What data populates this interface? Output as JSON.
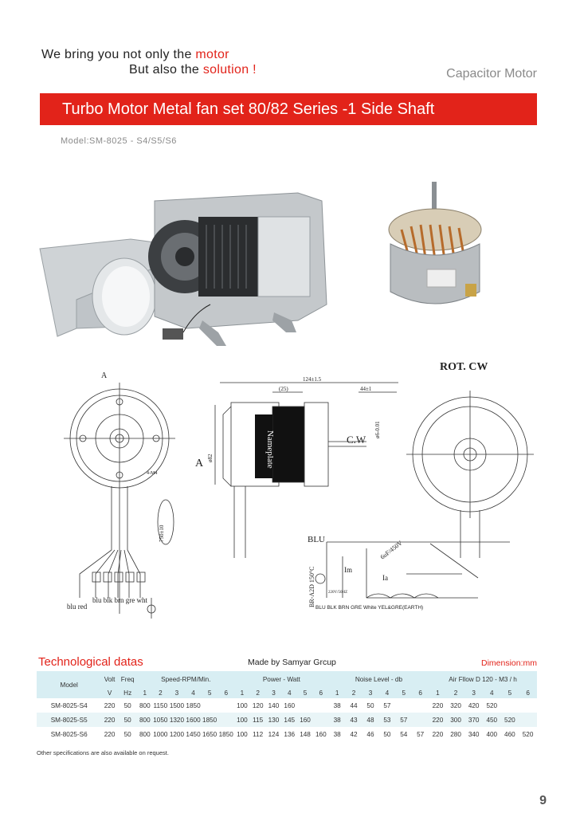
{
  "header": {
    "tagline_part1": "We bring you not only the ",
    "tagline_motor": "motor",
    "tagline_part2": "But also the ",
    "tagline_solution": "solution !",
    "category": "Capacitor Motor"
  },
  "banner": {
    "title": "Turbo Motor Metal fan set 80/82 Series -1 Side Shaft"
  },
  "model": {
    "text": "Model:SM-8025 - S4/S5/S6"
  },
  "drawing": {
    "label_a": "A",
    "label_a_side": "A",
    "rot_label": "ROT.  CW",
    "cw_label": "C.W",
    "dim_total": "124±1.5",
    "dim_25": "(25)",
    "dim_44": "44±1",
    "dim_shaft": "ø6-0.01",
    "dim_dia": "ø82",
    "nameplate": "Nameplate",
    "wire_labels": "blu blk brn gre wht",
    "wire_left": "blu  red",
    "dim_750": "750±10",
    "dim_4": "4-M4",
    "sch_blu": "BLU",
    "sch_cap": "6uF/450V",
    "sch_im": "Im",
    "sch_ia": "Ia",
    "sch_thermal": "BR-A2D 150°C",
    "sch_volt": "220V/50HZ",
    "sch_bottom": "BLU        BLK   BRN  GRE  White  YEL&GRE(EARTH)"
  },
  "table": {
    "title": "Technological datas",
    "made_by": "Made by Samyar Grcup",
    "dimension": "Dimension:mm",
    "headers": {
      "model": "Model",
      "volt": "Volt",
      "freq": "Freq",
      "speed": "Speed-RPM/Min.",
      "power": "Power - Watt",
      "noise": "Noise Level - db",
      "air": "Air Fllow D 120 - M3 / h",
      "volt_unit": "V",
      "freq_unit": "Hz"
    },
    "indices": [
      "1",
      "2",
      "3",
      "4",
      "5",
      "6"
    ],
    "rows": [
      {
        "model": "SM-8025-S4",
        "volt": "220",
        "freq": "50",
        "speed": [
          "800",
          "1150",
          "1500",
          "1850",
          "",
          ""
        ],
        "power": [
          "100",
          "120",
          "140",
          "160",
          "",
          ""
        ],
        "noise": [
          "38",
          "44",
          "50",
          "57",
          "",
          ""
        ],
        "air": [
          "220",
          "320",
          "420",
          "520",
          "",
          ""
        ]
      },
      {
        "model": "SM-8025-S5",
        "volt": "220",
        "freq": "50",
        "speed": [
          "800",
          "1050",
          "1320",
          "1600",
          "1850",
          ""
        ],
        "power": [
          "100",
          "115",
          "130",
          "145",
          "160",
          ""
        ],
        "noise": [
          "38",
          "43",
          "48",
          "53",
          "57",
          ""
        ],
        "air": [
          "220",
          "300",
          "370",
          "450",
          "520",
          ""
        ]
      },
      {
        "model": "SM-8025-S6",
        "volt": "220",
        "freq": "50",
        "speed": [
          "800",
          "1000",
          "1200",
          "1450",
          "1650",
          "1850"
        ],
        "power": [
          "100",
          "112",
          "124",
          "136",
          "148",
          "160"
        ],
        "noise": [
          "38",
          "42",
          "46",
          "50",
          "54",
          "57"
        ],
        "air": [
          "220",
          "280",
          "340",
          "400",
          "460",
          "520"
        ]
      }
    ],
    "note": "Other specifications are also available on request."
  },
  "page": {
    "number": "9"
  }
}
